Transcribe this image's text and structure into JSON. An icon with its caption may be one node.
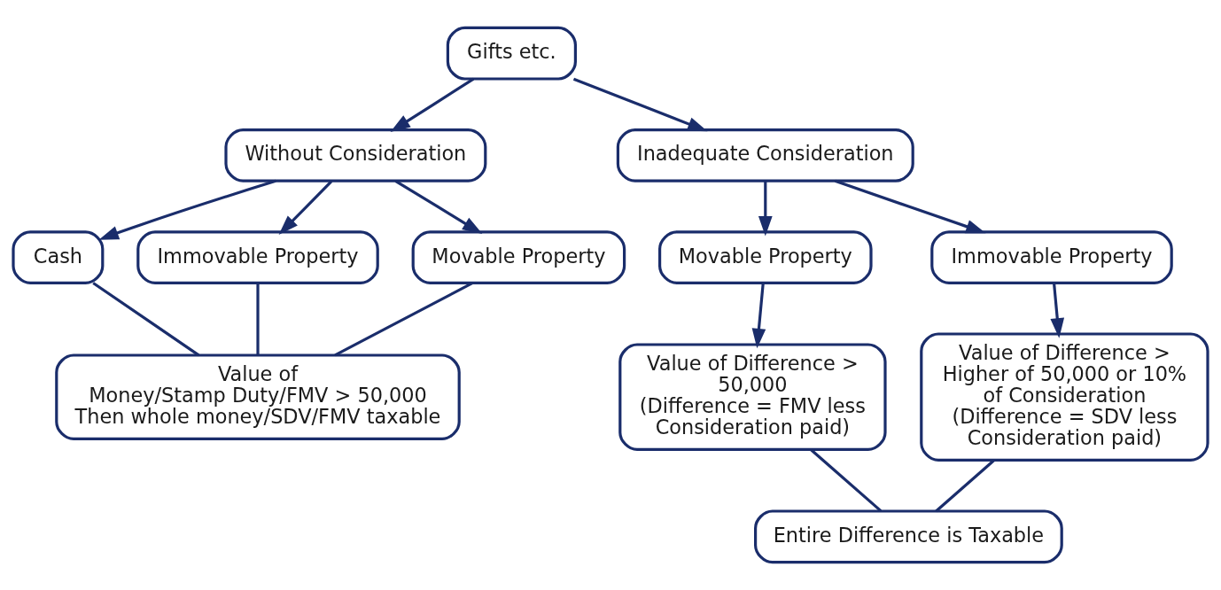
{
  "diagram": {
    "nodes": [
      {
        "text": [
          "Gifts etc."
        ]
      },
      {
        "text": [
          "Without Consideration"
        ]
      },
      {
        "text": [
          "Inadequate Consideration"
        ]
      },
      {
        "text": [
          "Cash"
        ]
      },
      {
        "text": [
          "Immovable Property"
        ]
      },
      {
        "text": [
          "Movable Property"
        ]
      },
      {
        "text": [
          "Movable Property"
        ]
      },
      {
        "text": [
          "Immovable Property"
        ]
      },
      {
        "text": [
          "Value of",
          "Money/Stamp Duty/FMV > 50,000",
          "Then whole money/SDV/FMV taxable"
        ]
      },
      {
        "text": [
          "Value of Difference > 50,000",
          "(Difference = FMV less Consideration paid)"
        ]
      },
      {
        "text": [
          "Value of Difference > Higher of 50,000 or 10% of Consideration",
          "(Difference = SDV less Consideration paid)"
        ]
      },
      {
        "text": [
          "Entire Difference is Taxable"
        ]
      }
    ],
    "edges": [
      {
        "from": 0,
        "to": 1,
        "arrow": "to"
      },
      {
        "from": 0,
        "to": 2,
        "arrow": "to"
      },
      {
        "from": 1,
        "to": 3,
        "arrow": "to"
      },
      {
        "from": 1,
        "to": 4,
        "arrow": "to"
      },
      {
        "from": 1,
        "to": 5,
        "arrow": "to"
      },
      {
        "from": 2,
        "to": 6,
        "arrow": "to"
      },
      {
        "from": 2,
        "to": 7,
        "arrow": "to"
      },
      {
        "from": 3,
        "to": 8,
        "arrow": "none"
      },
      {
        "from": 4,
        "to": 8,
        "arrow": "none"
      },
      {
        "from": 5,
        "to": 8,
        "arrow": "none"
      },
      {
        "from": 6,
        "to": 9,
        "arrow": "to"
      },
      {
        "from": 7,
        "to": 10,
        "arrow": "to"
      },
      {
        "from": 9,
        "to": 11,
        "arrow": "none"
      },
      {
        "from": 10,
        "to": 11,
        "arrow": "none"
      }
    ]
  }
}
